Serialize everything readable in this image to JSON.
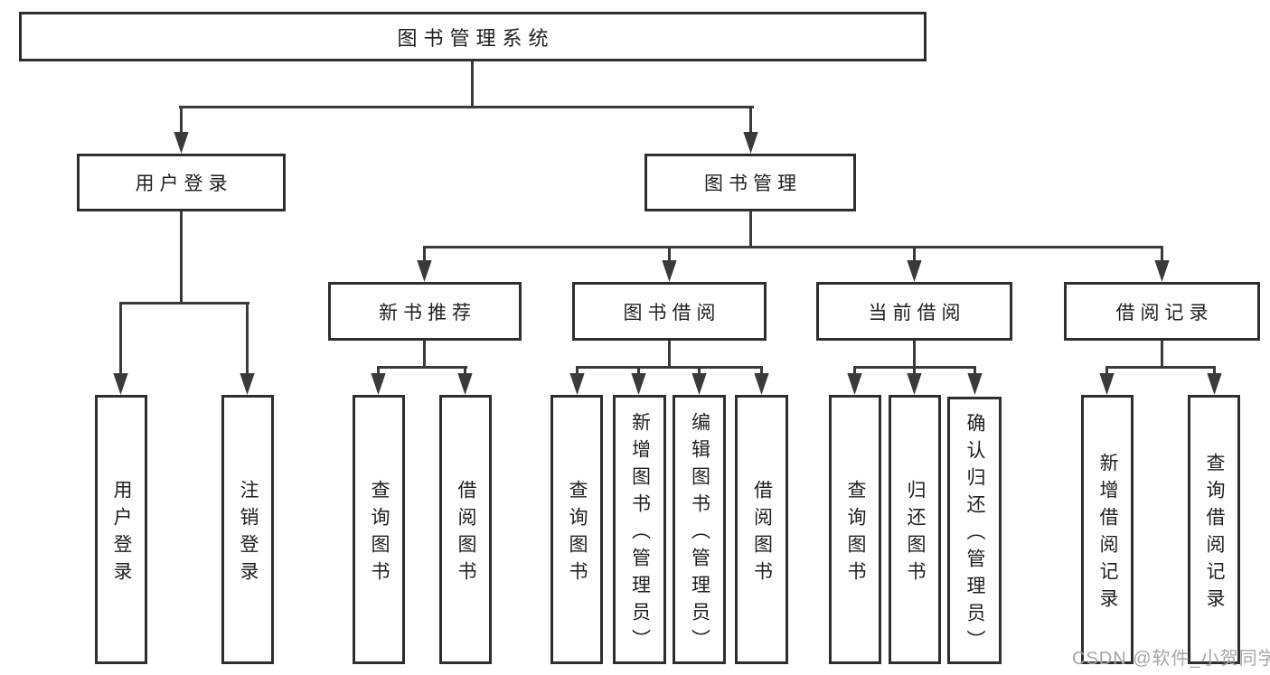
{
  "colors": {
    "background": "#ffffff",
    "line": "#3a3a3a",
    "box_border": "#2e2e2e",
    "box_fill": "#ffffff",
    "text": "#1f1f1f",
    "watermark": "#a6a6a6"
  },
  "diagram": {
    "type": "hierarchy-tree",
    "root": "图书管理系统",
    "level2": {
      "user_login": "用户登录",
      "book_mgmt": "图书管理"
    },
    "level3": {
      "new_book": "新书推荐",
      "book_borrow": "图书借阅",
      "current_borrow": "当前借阅",
      "borrow_records": "借阅记录"
    },
    "leaves": {
      "user_login_1": "用户登录",
      "user_login_2": "注销登录",
      "new_book_1": "查询图书",
      "new_book_2": "借阅图书",
      "book_borrow_1": "查询图书",
      "book_borrow_2": "新增图书（管理员）",
      "book_borrow_3": "编辑图书（管理员）",
      "book_borrow_4": "借阅图书",
      "current_borrow_1": "查询图书",
      "current_borrow_2": "归还图书",
      "current_borrow_3": "确认归还（管理员）",
      "borrow_records_1": "新增借阅记录",
      "borrow_records_2": "查询借阅记录"
    }
  },
  "watermark": "CSDN @软件_小贺同学"
}
